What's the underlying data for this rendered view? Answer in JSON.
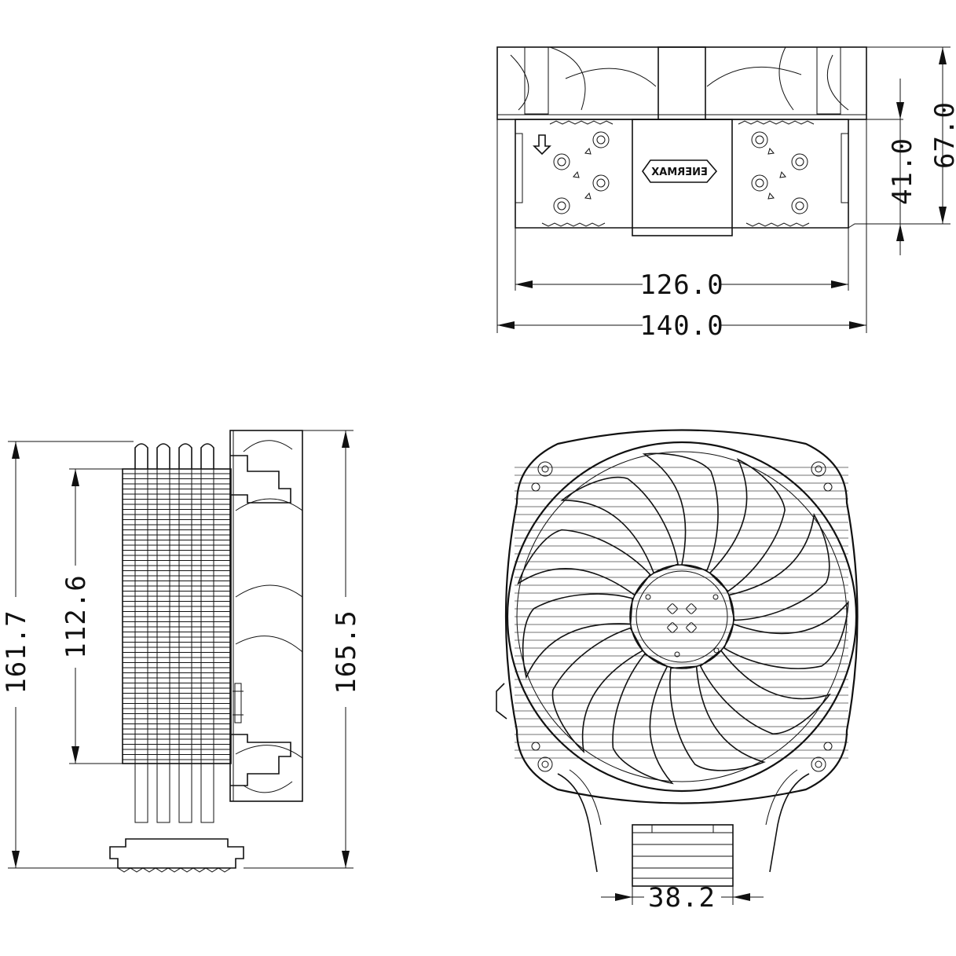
{
  "brand": {
    "logo_text": "ENERMAX"
  },
  "dimensions": {
    "top_view": {
      "heatsink_height": "41.0",
      "total_height": "67.0",
      "heatsink_width": "126.0",
      "fan_width": "140.0"
    },
    "side_view": {
      "total_height": "161.7",
      "fin_stack_height": "112.6",
      "fan_height": "165.5"
    },
    "front_view": {
      "base_width": "38.2"
    }
  }
}
